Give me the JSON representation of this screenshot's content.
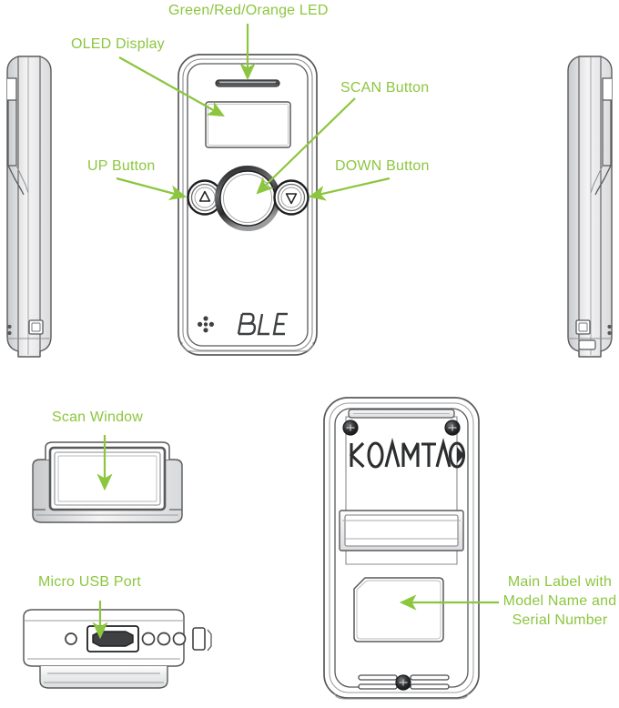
{
  "diagram": {
    "title": "KOAMTAC Barcode Scanner Callout Diagram",
    "accent_color": "#8CC63F",
    "line_color": "#58595B",
    "callouts": [
      {
        "id": "led",
        "text": "Green/Red/Orange LED",
        "target": "status-led-slot"
      },
      {
        "id": "oled",
        "text": "OLED Display",
        "target": "oled-display"
      },
      {
        "id": "scan",
        "text": "SCAN Button",
        "target": "scan-button"
      },
      {
        "id": "up",
        "text": "UP Button",
        "target": "up-button"
      },
      {
        "id": "down",
        "text": "DOWN Button",
        "target": "down-button"
      },
      {
        "id": "window",
        "text": "Scan Window",
        "target": "scan-window"
      },
      {
        "id": "usb",
        "text": "Micro USB Port",
        "target": "micro-usb-port"
      },
      {
        "id": "label_l1",
        "text": "Main Label with",
        "target": "main-label"
      },
      {
        "id": "label_l2",
        "text": "Model Name and",
        "target": "main-label"
      },
      {
        "id": "label_l3",
        "text": "Serial Number",
        "target": "main-label"
      }
    ],
    "device_markings": {
      "ble_text": "BLE",
      "brand_text": "KOAMTAO"
    },
    "views": [
      {
        "id": "left-side-view",
        "name": "Left Side View"
      },
      {
        "id": "front-view",
        "name": "Front View"
      },
      {
        "id": "right-side-view",
        "name": "Right Side View"
      },
      {
        "id": "top-view",
        "name": "Top / Scan Window View"
      },
      {
        "id": "bottom-view",
        "name": "Bottom / Micro USB View"
      },
      {
        "id": "back-view",
        "name": "Back View"
      }
    ]
  }
}
